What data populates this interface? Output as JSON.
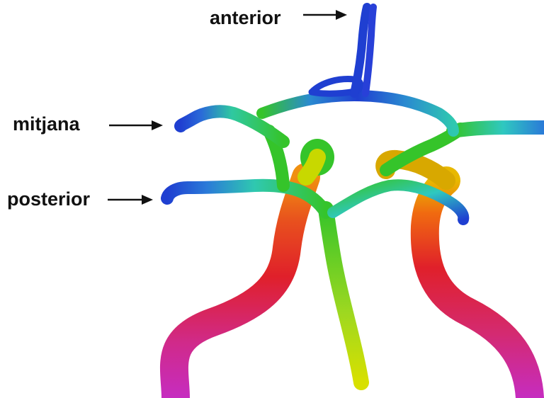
{
  "labels": {
    "anterior": "anterior",
    "middle": "mitjana",
    "posterior": "posterior"
  },
  "colors": {
    "background": "#ffffff",
    "label_text": "#111111",
    "vessel_blue": "#1f3fd1",
    "vessel_cyan": "#2fc8d8",
    "vessel_green": "#35c42a",
    "vessel_yellow": "#d6e000",
    "vessel_orange": "#f07a10",
    "vessel_red": "#e0202a",
    "vessel_magenta": "#c62cc0"
  }
}
